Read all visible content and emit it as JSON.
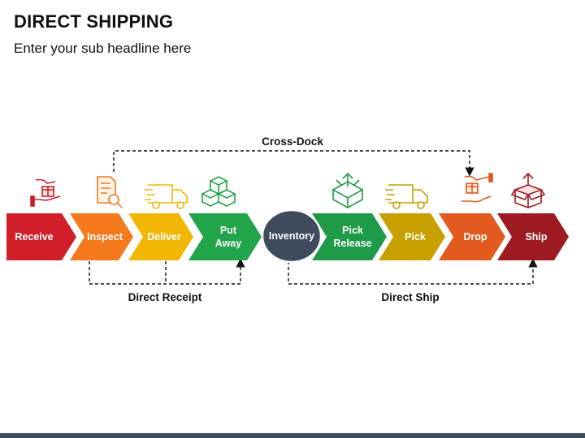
{
  "title": "DIRECT SHIPPING",
  "subtitle": "Enter your sub headline here",
  "steps": [
    {
      "id": "receive",
      "label": [
        "Receive"
      ],
      "color": "#d11f2a",
      "icon": "hand-box-icon"
    },
    {
      "id": "inspect",
      "label": [
        "Inspect"
      ],
      "color": "#f47a1c",
      "icon": "document-search-icon"
    },
    {
      "id": "deliver",
      "label": [
        "Deliver"
      ],
      "color": "#f2b705",
      "icon": "delivery-truck-icon"
    },
    {
      "id": "put-away",
      "label": [
        "Put",
        "Away"
      ],
      "color": "#22a44a",
      "icon": "stacked-boxes-icon"
    },
    {
      "id": "inventory",
      "label": [
        "Inventory"
      ],
      "color": "#3d4b5c",
      "icon": ""
    },
    {
      "id": "pick-release",
      "label": [
        "Pick",
        "Release"
      ],
      "color": "#1f9a48",
      "icon": "open-box-arrows-icon"
    },
    {
      "id": "pick",
      "label": [
        "Pick"
      ],
      "color": "#c7a000",
      "icon": "delivery-truck-icon"
    },
    {
      "id": "drop",
      "label": [
        "Drop"
      ],
      "color": "#e35a1f",
      "icon": "hand-box-icon"
    },
    {
      "id": "ship",
      "label": [
        "Ship"
      ],
      "color": "#9e1b22",
      "icon": "box-up-arrow-icon"
    }
  ],
  "routes": {
    "cross_dock": "Cross-Dock",
    "direct_receipt": "Direct Receipt",
    "direct_ship": "Direct Ship"
  }
}
